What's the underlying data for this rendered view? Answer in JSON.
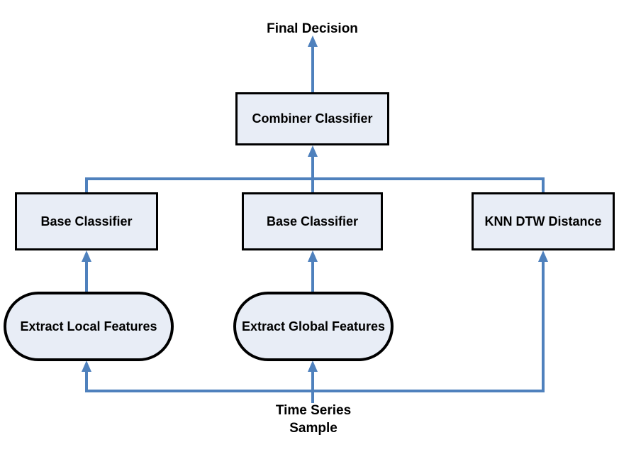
{
  "colors": {
    "arrow": "#4f81bd",
    "node_fill": "#e8edf6",
    "node_border": "#000000"
  },
  "labels": {
    "final_decision": "Final Decision",
    "time_series_line1": "Time Series",
    "time_series_line2": "Sample"
  },
  "nodes": {
    "combiner": {
      "label": "Combiner Classifier"
    },
    "base_left": {
      "label": "Base Classifier"
    },
    "base_middle": {
      "label": "Base Classifier"
    },
    "knn_dtw": {
      "label": "KNN DTW Distance"
    },
    "extract_local": {
      "label": "Extract Local Features"
    },
    "extract_global": {
      "label": "Extract Global Features"
    }
  }
}
